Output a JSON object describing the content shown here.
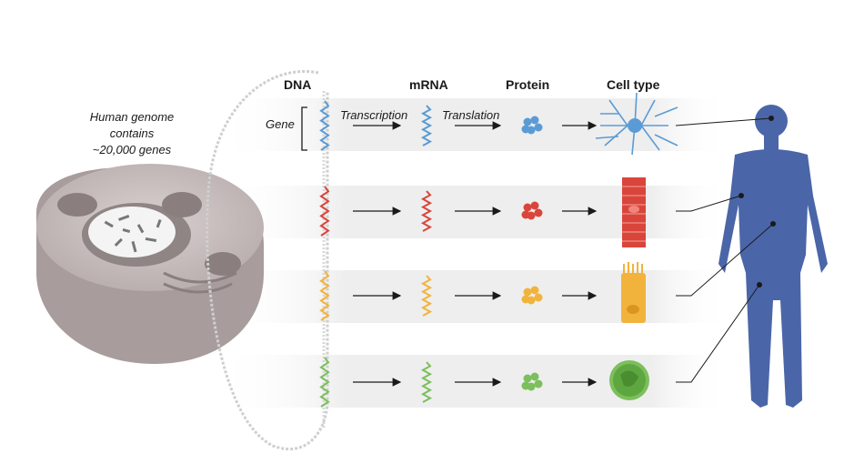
{
  "headers": {
    "dna": "DNA",
    "mrna": "mRNA",
    "protein": "Protein",
    "cell_type": "Cell type"
  },
  "labels": {
    "gene": "Gene",
    "transcription": "Transcription",
    "translation": "Translation"
  },
  "genome_caption": [
    "Human genome",
    "contains",
    "~20,000 genes"
  ],
  "colors": {
    "neuron": "#5b9bd5",
    "muscle": "#d9453b",
    "epithelial": "#f2b33d",
    "immune": "#7cbf5c",
    "body": "#4a66a8",
    "dna_strand": "#cfcfcf",
    "row_band": "#efefef"
  },
  "rows": [
    {
      "cell": "neuron-cell-icon",
      "color_key": "neuron"
    },
    {
      "cell": "muscle-cell-icon",
      "color_key": "muscle"
    },
    {
      "cell": "epithelial-cell-icon",
      "color_key": "epithelial"
    },
    {
      "cell": "immune-cell-icon",
      "color_key": "immune"
    }
  ]
}
